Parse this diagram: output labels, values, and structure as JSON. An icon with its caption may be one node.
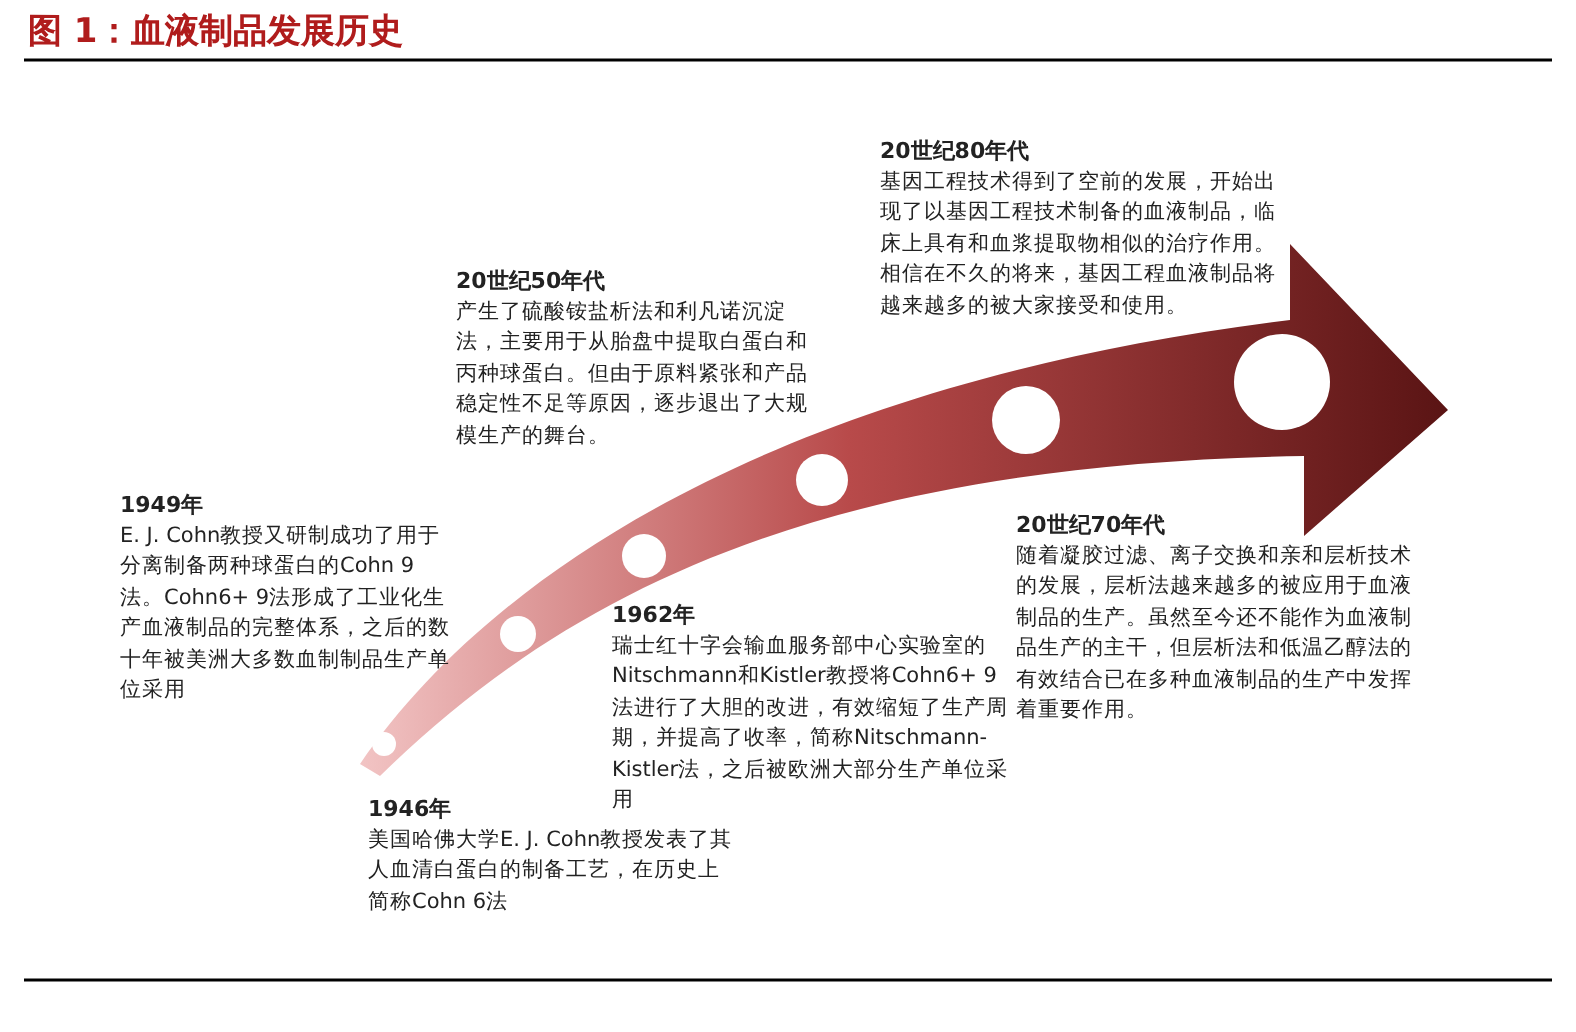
{
  "diagram": {
    "title": "图 1：血液制品发展历史",
    "nodes": [
      {
        "text": [],
        "shape": "circle",
        "beside": [
          "1946年",
          "美国哈佛大学E. J. Cohn教授发表了其人血清白蛋白的制备工艺，在历史上简称Cohn 6法"
        ]
      },
      {
        "text": [],
        "shape": "circle",
        "beside": [
          "1949年",
          "E. J. Cohn教授又研制成功了用于分离制备两种球蛋白的Cohn 9法。Cohn6+ 9法形成了工业化生产血液制品的完整体系，之后的数十年被美洲大多数血制制品生产单位采用"
        ]
      },
      {
        "text": [],
        "shape": "circle",
        "beside": [
          "20世纪50年代",
          "产生了硫酸铵盐析法和利凡诺沉淀法，主要用于从胎盘中提取白蛋白和丙种球蛋白。但由于原料紧张和产品稳定性不足等原因，逐步退出了大规模生产的舞台。"
        ]
      },
      {
        "text": [],
        "shape": "circle",
        "beside": [
          "1962年",
          "瑞士红十字会输血服务部中心实验室的Nitschmann和Kistler教授将Cohn6+ 9法进行了大胆的改进，有效缩短了生产周期，并提高了收率，简称Nitschmann-Kistler法，之后被欧洲大部分生产单位采用"
        ]
      },
      {
        "text": [],
        "shape": "circle",
        "beside": [
          "20世纪70年代",
          "随着凝胶过滤、离子交换和亲和层析技术的发展，层析法越来越多的被应用于血液制品的生产。虽然至今还不能作为血液制品生产的主干，但层析法和低温乙醇法的有效结合已在多种血液制品的生产中发挥着重要作用。"
        ]
      },
      {
        "text": [],
        "shape": "circle",
        "beside": [
          "20世纪80年代",
          "基因工程技术得到了空前的发展，开始出现了以基因工程技术制备的血液制品，临床上具有和血浆提取物相似的治疗作用。相信在不久的将来，基因工程血液制品将越来越多的被大家接受和使用。"
        ]
      }
    ]
  }
}
